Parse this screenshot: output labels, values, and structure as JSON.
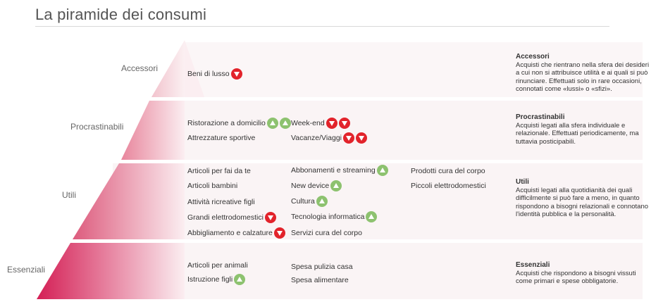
{
  "title": "La piramide dei consumi",
  "levels": {
    "accessori": {
      "name": "Accessori",
      "items": [
        {
          "label": "Beni di lusso",
          "badges": [
            "down"
          ]
        }
      ],
      "desc_title": "Accessori",
      "desc_text": "Acquisti che rientrano nella sfera dei desideri a cui non si attribuisce utilità e ai quali si può rinunciare. Effettuati solo in rare  occasioni, connotati come «lussi» o «sfizi»."
    },
    "procrastinabili": {
      "name": "Procrastinabili",
      "items": [
        {
          "label": "Ristorazione a domicilio",
          "badges": [
            "up",
            "up"
          ]
        },
        {
          "label": "Week-end",
          "badges": [
            "down",
            "down"
          ]
        },
        {
          "label": "Attrezzature sportive",
          "badges": []
        },
        {
          "label": "Vacanze/Viaggi",
          "badges": [
            "down",
            "down"
          ]
        }
      ],
      "desc_title": "Procrastinabili",
      "desc_text": "Acquisti legati alla sfera individuale e relazionale. Effettuati periodicamente, ma tuttavia posticipabili."
    },
    "utili": {
      "name": "Utili",
      "items": [
        {
          "label": "Articoli per fai da te",
          "badges": []
        },
        {
          "label": "Abbonamenti e streaming",
          "badges": [
            "up"
          ]
        },
        {
          "label": "Prodotti cura del corpo",
          "badges": []
        },
        {
          "label": "Articoli bambini",
          "badges": []
        },
        {
          "label": "New device",
          "badges": [
            "up"
          ]
        },
        {
          "label": "Piccoli  elettrodomestici",
          "badges": []
        },
        {
          "label": "Attività ricreative figli",
          "badges": []
        },
        {
          "label": "Cultura",
          "badges": [
            "up"
          ]
        },
        {
          "label": "Grandi elettrodomestici",
          "badges": [
            "down"
          ]
        },
        {
          "label": "Tecnologia informatica",
          "badges": [
            "up"
          ]
        },
        {
          "label": "Abbigliamento e calzature",
          "badges": [
            "down"
          ]
        },
        {
          "label": "Servizi cura del corpo",
          "badges": []
        }
      ],
      "desc_title": "Utili",
      "desc_text": "Acquisti legati alla quotidianità dei  quali difficilmente si può fare a meno, in  quanto rispondono a bisogni relazionali  e connotano l'identità pubblica e la personalità."
    },
    "essenziali": {
      "name": "Essenziali",
      "items": [
        {
          "label": "Articoli per animali",
          "badges": []
        },
        {
          "label": "Spesa pulizia casa",
          "badges": []
        },
        {
          "label": "Istruzione figli",
          "badges": [
            "up"
          ]
        },
        {
          "label": "Spesa alimentare",
          "badges": []
        }
      ],
      "desc_title": "Essenziali",
      "desc_text": "Acquisti che rispondono a  bisogni vissuti come primari e  spese obbligatorie."
    }
  },
  "colors": {
    "accessori": "#f8dfe3",
    "procrastinabili": "#f2b0bd",
    "utili": "#e57a93",
    "essenziali": "#d8366a",
    "up_badge": "#8dc26f",
    "down_badge": "#e2232b"
  }
}
